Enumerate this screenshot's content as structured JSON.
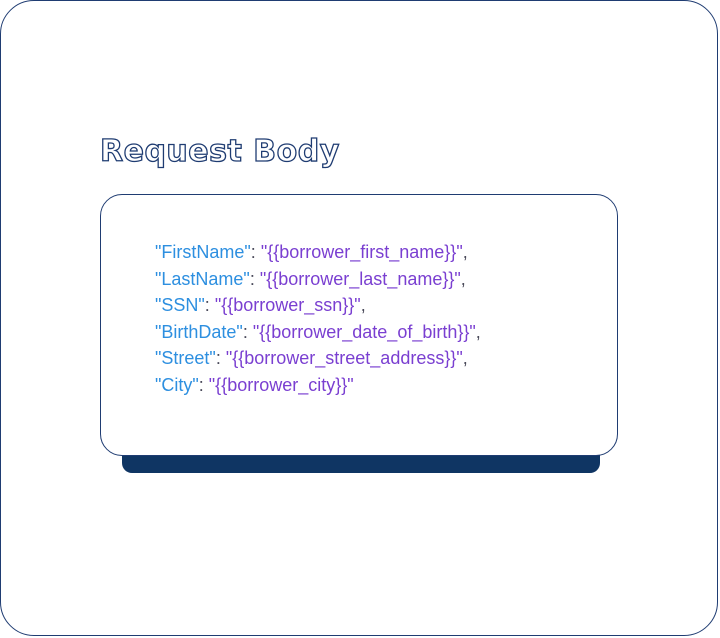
{
  "section": {
    "title": "Request Body"
  },
  "request_body": {
    "lines": [
      {
        "key": "\"FirstName\"",
        "sep": ": ",
        "value": "\"{{borrower_first_name}}\"",
        "trail": ","
      },
      {
        "key": "\"LastName\"",
        "sep": ": ",
        "value": "\"{{borrower_last_name}}\"",
        "trail": ","
      },
      {
        "key": "\"SSN\"",
        "sep": ": ",
        "value": "\"{{borrower_ssn}}\"",
        "trail": ","
      },
      {
        "key": "\"BirthDate\"",
        "sep": ": ",
        "value": "\"{{borrower_date_of_birth}}\"",
        "trail": ","
      },
      {
        "key": "\"Street\"",
        "sep": ": ",
        "value": "\"{{borrower_street_address}}\"",
        "trail": ","
      },
      {
        "key": "\"City\"",
        "sep": ": ",
        "value": "\"{{borrower_city}}\"",
        "trail": ""
      }
    ]
  },
  "colors": {
    "key": "#2d8fe0",
    "value": "#7a3fd1",
    "outline": "#1f3c72",
    "shadow": "#0f3563"
  }
}
